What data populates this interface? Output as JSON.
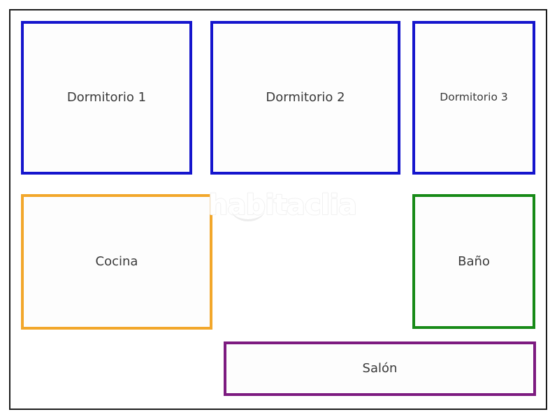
{
  "page": {
    "kind": "floor-plan"
  },
  "frame": {
    "border_color": "#1c1c1c"
  },
  "text_color": "#3a3a3a",
  "watermark": {
    "text": "habitaclia",
    "fill_color": "#ffffff",
    "outline_color": "#e9e9e9"
  },
  "rooms": [
    {
      "id": "dormitorio-1",
      "label": "Dormitorio 1",
      "border_color": "#1515cd"
    },
    {
      "id": "dormitorio-2",
      "label": "Dormitorio 2",
      "border_color": "#1515cd"
    },
    {
      "id": "dormitorio-3",
      "label": "Dormitorio 3",
      "border_color": "#1515cd"
    },
    {
      "id": "cocina",
      "label": "Cocina",
      "border_color": "#f2a72b"
    },
    {
      "id": "bano",
      "label": "Baño",
      "border_color": "#178a17"
    },
    {
      "id": "salon",
      "label": "Salón",
      "border_color": "#7d1b80"
    }
  ]
}
